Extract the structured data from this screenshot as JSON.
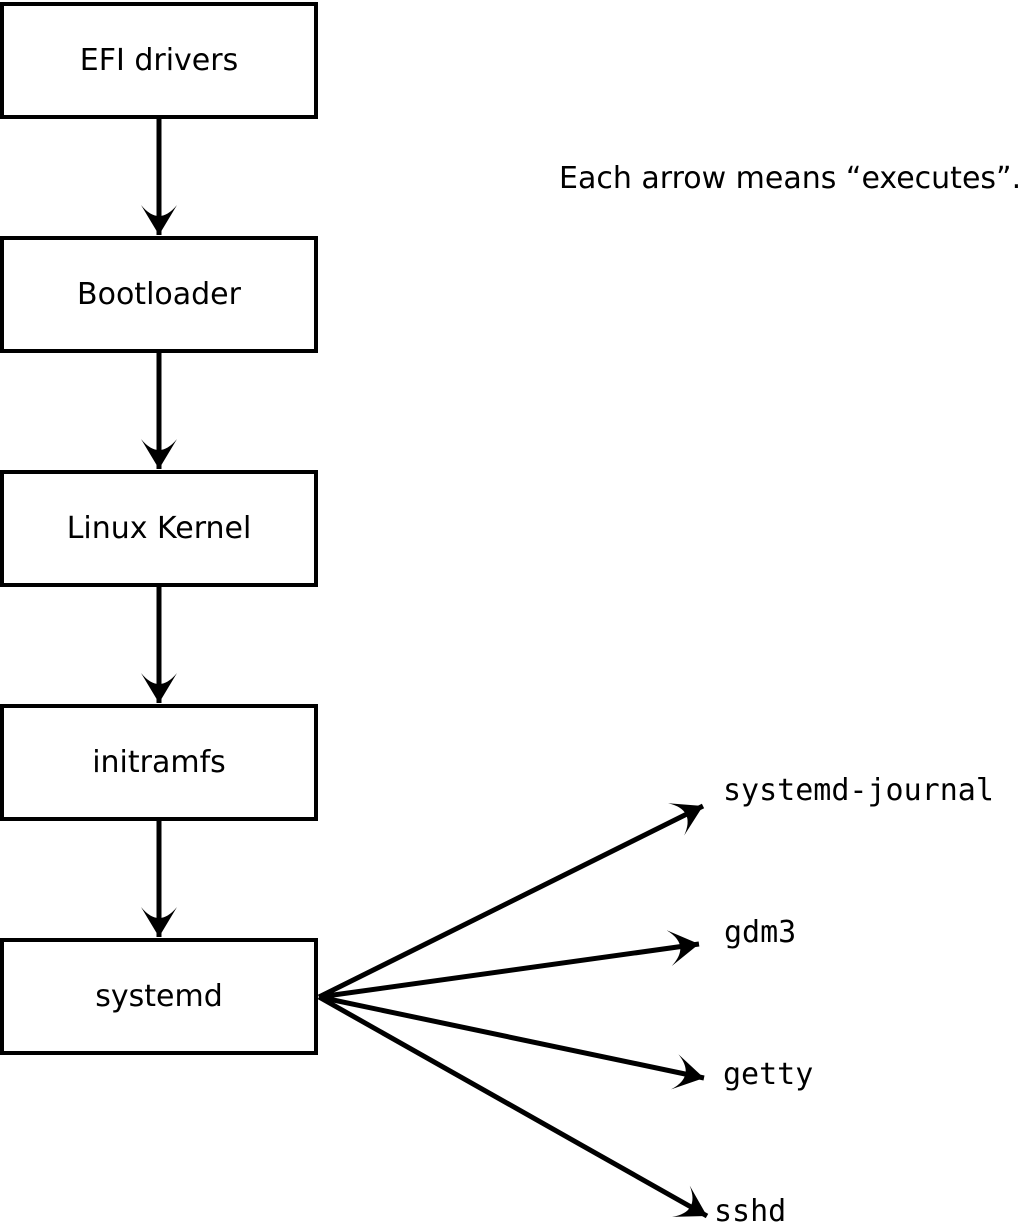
{
  "diagram": {
    "note": "Each arrow means “executes”.",
    "boot_chain": [
      {
        "id": "efi-drivers",
        "label": "EFI drivers"
      },
      {
        "id": "bootloader",
        "label": "Bootloader"
      },
      {
        "id": "linux-kernel",
        "label": "Linux Kernel"
      },
      {
        "id": "initramfs",
        "label": "initramfs"
      },
      {
        "id": "systemd",
        "label": "systemd"
      }
    ],
    "spawned_processes": [
      {
        "id": "systemd-journal",
        "label": "systemd-journal"
      },
      {
        "id": "gdm3",
        "label": "gdm3"
      },
      {
        "id": "getty",
        "label": "getty"
      },
      {
        "id": "sshd",
        "label": "sshd"
      }
    ],
    "edges": [
      {
        "from": "EFI drivers",
        "to": "Bootloader",
        "meaning": "executes"
      },
      {
        "from": "Bootloader",
        "to": "Linux Kernel",
        "meaning": "executes"
      },
      {
        "from": "Linux Kernel",
        "to": "initramfs",
        "meaning": "executes"
      },
      {
        "from": "initramfs",
        "to": "systemd",
        "meaning": "executes"
      },
      {
        "from": "systemd",
        "to": "systemd-journal",
        "meaning": "executes"
      },
      {
        "from": "systemd",
        "to": "gdm3",
        "meaning": "executes"
      },
      {
        "from": "systemd",
        "to": "getty",
        "meaning": "executes"
      },
      {
        "from": "systemd",
        "to": "sshd",
        "meaning": "executes"
      }
    ],
    "colors": {
      "line": "#000000",
      "box_border": "#000000",
      "box_fill": "#ffffff",
      "background": "#ffffff",
      "text": "#000000"
    }
  }
}
